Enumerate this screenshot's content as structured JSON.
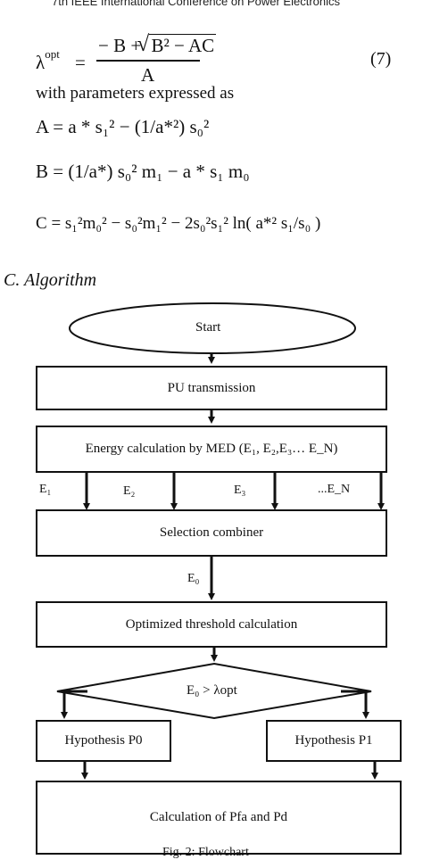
{
  "header": {
    "text": "7th IEEE International Conference on Power Electronics"
  },
  "equation": {
    "lhs": "λ",
    "lhs_sup": "opt",
    "equals": "=",
    "numerator_pre": "− B +",
    "sqrt_content": "B² − AC",
    "denominator": "A",
    "number": "(7)"
  },
  "params_intro": "with parameters expressed as",
  "param_A": {
    "name": "A",
    "text": "= a * s₁² − (1/a*²) s₀²"
  },
  "param_B": {
    "name": "B",
    "text": "= (1/a*) s₀² m₁ − a * s₁ m₀"
  },
  "param_C": {
    "name": "C",
    "text": "= s₁²m₀² − s₀²m₁² − 2s₀²s₁² ln( a*² s₁/s₀ )"
  },
  "section_heading": "C.   Algorithm",
  "flowchart": {
    "start": "Start",
    "pu_transmission": "PU transmission",
    "energy_calc": "Energy calculation by MED (E₁, E₂,E₃… E_N)",
    "edge_labels": [
      "E₁",
      "E₂",
      "E₃",
      "...E_N"
    ],
    "selection": "Selection combiner",
    "e0_label": "E₀",
    "threshold": "Optimized threshold calculation",
    "decision": "E₀ > λopt",
    "hyp0": "Hypothesis P0",
    "hyp1": "Hypothesis P1",
    "calculation": "Calculation of Pfa and Pd"
  },
  "caption": "Fig. 2: Flowchart"
}
